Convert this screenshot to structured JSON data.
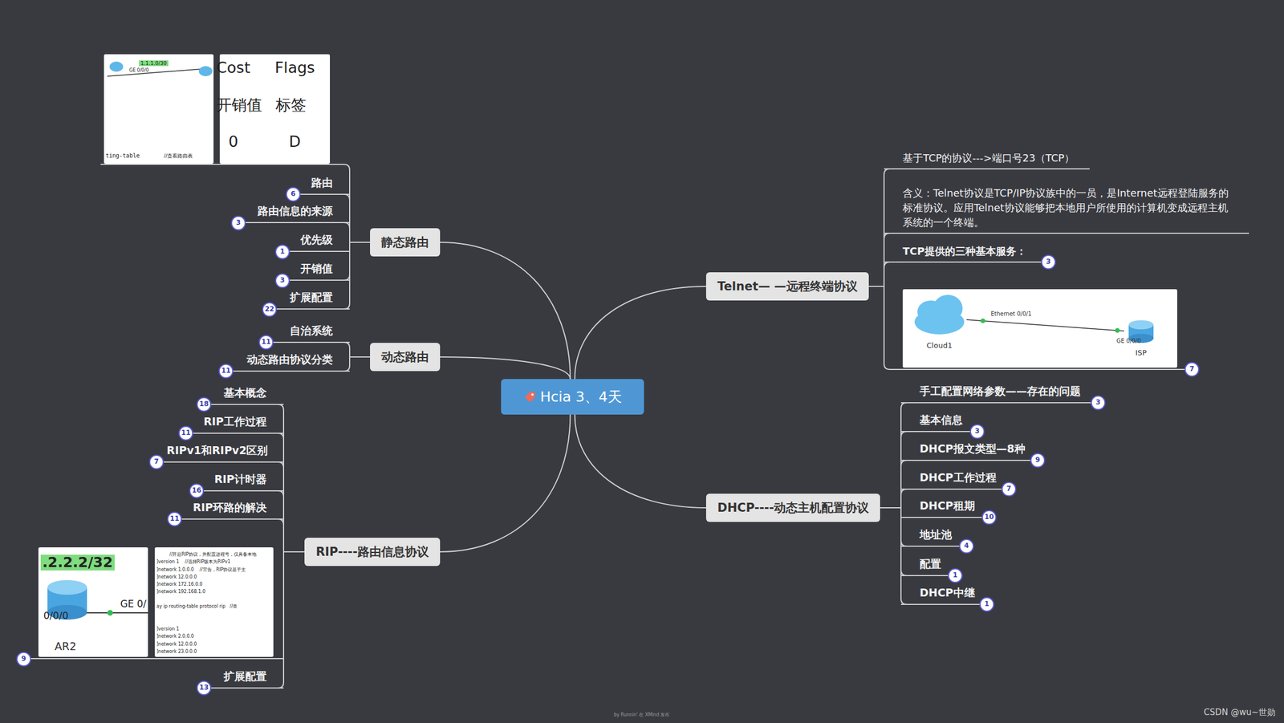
{
  "diagram": {
    "nodes": [
      {
        "text": [
          "Hcia 3、4天"
        ]
      },
      {
        "text": [
          "静态路由"
        ]
      },
      {
        "text": [
          "路由"
        ]
      },
      {
        "text": [
          "路由信息的来源"
        ]
      },
      {
        "text": [
          "优先级"
        ]
      },
      {
        "text": [
          "开销值"
        ]
      },
      {
        "text": [
          "扩展配置"
        ]
      },
      {
        "text": [
          "动态路由"
        ]
      },
      {
        "text": [
          "自治系统"
        ]
      },
      {
        "text": [
          "动态路由协议分类"
        ]
      },
      {
        "text": [
          "RIP----路由信息协议"
        ]
      },
      {
        "text": [
          "基本概念"
        ]
      },
      {
        "text": [
          "RIP工作过程"
        ]
      },
      {
        "text": [
          "RIPv1和RIPv2区别"
        ]
      },
      {
        "text": [
          "RIP计时器"
        ]
      },
      {
        "text": [
          "RIP环路的解决"
        ]
      },
      {
        "text": [
          "扩展配置"
        ]
      },
      {
        "text": [
          "Telnet— —远程终端协议"
        ]
      },
      {
        "text": [
          "基于TCP的协议--->端口号23（TCP）"
        ]
      },
      {
        "text": [
          "含义：Telnet协议是TCP/IP协议族中的一员，是Internet远程登陆服务的标准协议。应用Telnet协议能够把本地用户所使用的计算机变成远程主机系统的一个终端。"
        ]
      },
      {
        "text": [
          "TCP提供的三种基本服务："
        ]
      },
      {
        "text": [
          "DHCP----动态主机配置协议"
        ]
      },
      {
        "text": [
          "手工配置网络参数——存在的问题"
        ]
      },
      {
        "text": [
          "基本信息"
        ]
      },
      {
        "text": [
          "DHCP报文类型—8种"
        ]
      },
      {
        "text": [
          "DHCP工作过程"
        ]
      },
      {
        "text": [
          "DHCP租期"
        ]
      },
      {
        "text": [
          "地址池"
        ]
      },
      {
        "text": [
          "配置"
        ]
      },
      {
        "text": [
          "DHCP中继"
        ]
      }
    ],
    "edges": [
      {
        "from": 0,
        "to": 1,
        "arrow": "none"
      },
      {
        "from": 0,
        "to": 7,
        "arrow": "none"
      },
      {
        "from": 0,
        "to": 10,
        "arrow": "none"
      },
      {
        "from": 0,
        "to": 17,
        "arrow": "none"
      },
      {
        "from": 0,
        "to": 21,
        "arrow": "none"
      },
      {
        "from": 1,
        "to": 2,
        "arrow": "none"
      },
      {
        "from": 1,
        "to": 3,
        "arrow": "none"
      },
      {
        "from": 1,
        "to": 4,
        "arrow": "none"
      },
      {
        "from": 1,
        "to": 5,
        "arrow": "none"
      },
      {
        "from": 1,
        "to": 6,
        "arrow": "none"
      },
      {
        "from": 7,
        "to": 8,
        "arrow": "none"
      },
      {
        "from": 7,
        "to": 9,
        "arrow": "none"
      },
      {
        "from": 10,
        "to": 11,
        "arrow": "none"
      },
      {
        "from": 10,
        "to": 12,
        "arrow": "none"
      },
      {
        "from": 10,
        "to": 13,
        "arrow": "none"
      },
      {
        "from": 10,
        "to": 14,
        "arrow": "none"
      },
      {
        "from": 10,
        "to": 15,
        "arrow": "none"
      },
      {
        "from": 10,
        "to": 16,
        "arrow": "none"
      },
      {
        "from": 17,
        "to": 18,
        "arrow": "none"
      },
      {
        "from": 17,
        "to": 19,
        "arrow": "none"
      },
      {
        "from": 17,
        "to": 20,
        "arrow": "none"
      },
      {
        "from": 21,
        "to": 22,
        "arrow": "none"
      },
      {
        "from": 21,
        "to": 23,
        "arrow": "none"
      },
      {
        "from": 21,
        "to": 24,
        "arrow": "none"
      },
      {
        "from": 21,
        "to": 25,
        "arrow": "none"
      },
      {
        "from": 21,
        "to": 26,
        "arrow": "none"
      },
      {
        "from": 21,
        "to": 27,
        "arrow": "none"
      },
      {
        "from": 21,
        "to": 28,
        "arrow": "none"
      },
      {
        "from": 21,
        "to": 29,
        "arrow": "none"
      }
    ],
    "labels": [
      "1.1.1.0/30",
      "GE 0/0/0",
      "ting-table",
      "//查看路由表",
      "Cost",
      "Flags",
      "开销值",
      "标签",
      "0",
      "D",
      "6",
      "3",
      "1",
      "3",
      "22",
      "11",
      "11",
      "18",
      "11",
      "7",
      "16",
      "11",
      ".2.2.2/32",
      "0/0/0",
      "GE 0/",
      "AR2",
      "//开启RIP协议，并配置进程号，仅具备本地",
      "]version 1    //选择RIP版本为RIPv1",
      "]network 1.0.0.0    //宣告，RIP协议基于主",
      "]network 12.0.0.0",
      "]network 172.16.0.0",
      "]network 192.168.1.0",
      "ay ip routing-table protocol rip   //查",
      "]version 1",
      "]network 2.0.0.0",
      "]network 12.0.0.0",
      "]network 23.0.0.0",
      "9",
      "13",
      "3",
      "Cloud1",
      "Ethernet 0/0/1",
      "GE 0/0/0",
      "ISP",
      "7",
      "3",
      "3",
      "9",
      "7",
      "10",
      "4",
      "1",
      "1",
      "by Runnin' 在 XMind 发布",
      "CSDN @wu~世勋"
    ]
  }
}
